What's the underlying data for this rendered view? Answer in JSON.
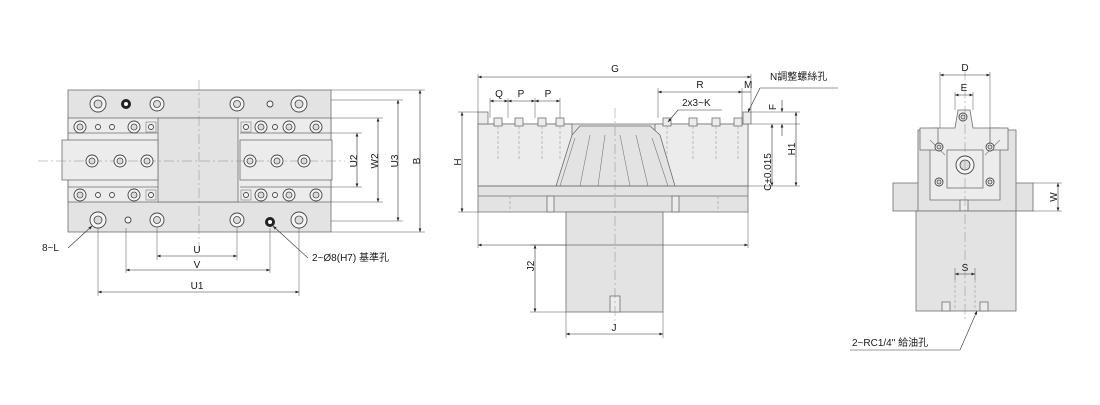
{
  "labels": {
    "L_hole": "8~L",
    "ref_hole": "2~Ø8(H7) 基準孔",
    "U": "U",
    "V": "V",
    "U1": "U1",
    "U2": "U2",
    "W2": "W2",
    "U3": "U3",
    "B": "B",
    "G": "G",
    "Q": "Q",
    "P1": "P",
    "P2": "P",
    "R": "R",
    "M": "M",
    "adjust_screw": "N調整螺絲孔",
    "K": "2x3~K",
    "F": "F",
    "H": "H",
    "H1": "H1",
    "C": "C±0.015",
    "J2": "J2",
    "J": "J",
    "D": "D",
    "E": "E",
    "W": "W",
    "S": "S",
    "oil": "2~RC1/4\" 給油孔"
  }
}
